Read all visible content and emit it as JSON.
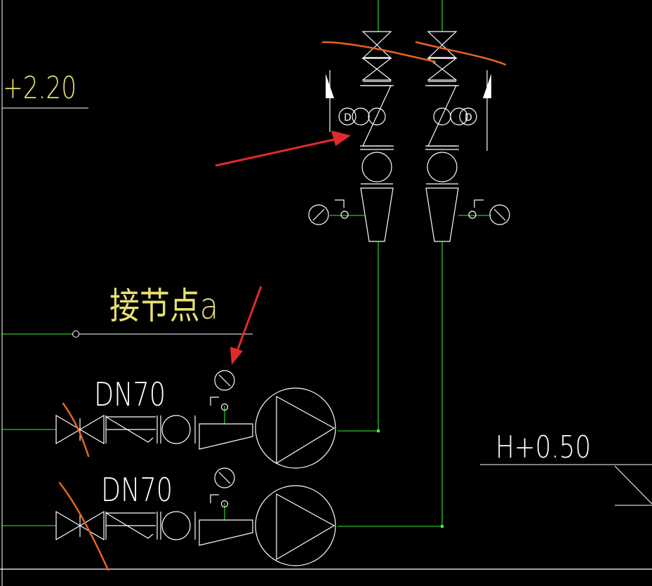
{
  "drawing": {
    "elevation_top": "+2.20",
    "elevation_right": "H+0.50",
    "node_label": "接节点a",
    "pipe_size_upper": "DN70",
    "pipe_size_lower": "DN70",
    "valve_tag_left": "D",
    "valve_tag_right": "D"
  },
  "colors": {
    "background": "#000000",
    "line_white": "#ffffff",
    "pipe_green": "#2ec02e",
    "text_yellow": "#e8e070",
    "markup_orange": "#e8641e",
    "arrow_red": "#e32a2a"
  }
}
